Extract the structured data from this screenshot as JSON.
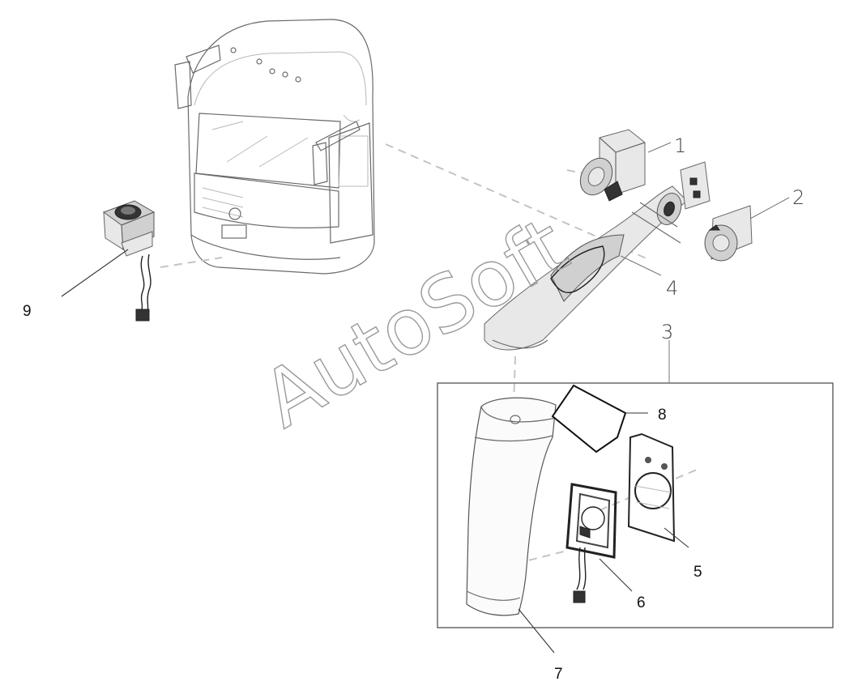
{
  "watermark": "AutoSoft",
  "callouts": {
    "c1": "1",
    "c2": "2",
    "c3": "3",
    "c4": "4",
    "c5": "5",
    "c6": "6",
    "c7": "7",
    "c8": "8",
    "c9": "9"
  },
  "icon_names": [
    "bus-front-view",
    "mirror-bracket",
    "mirror-cap",
    "mirror-arm",
    "mirror-glass-heater",
    "mirror-motor-frame",
    "mirror-housing",
    "mirror-glass-pad",
    "mirror-adjust-switch"
  ]
}
